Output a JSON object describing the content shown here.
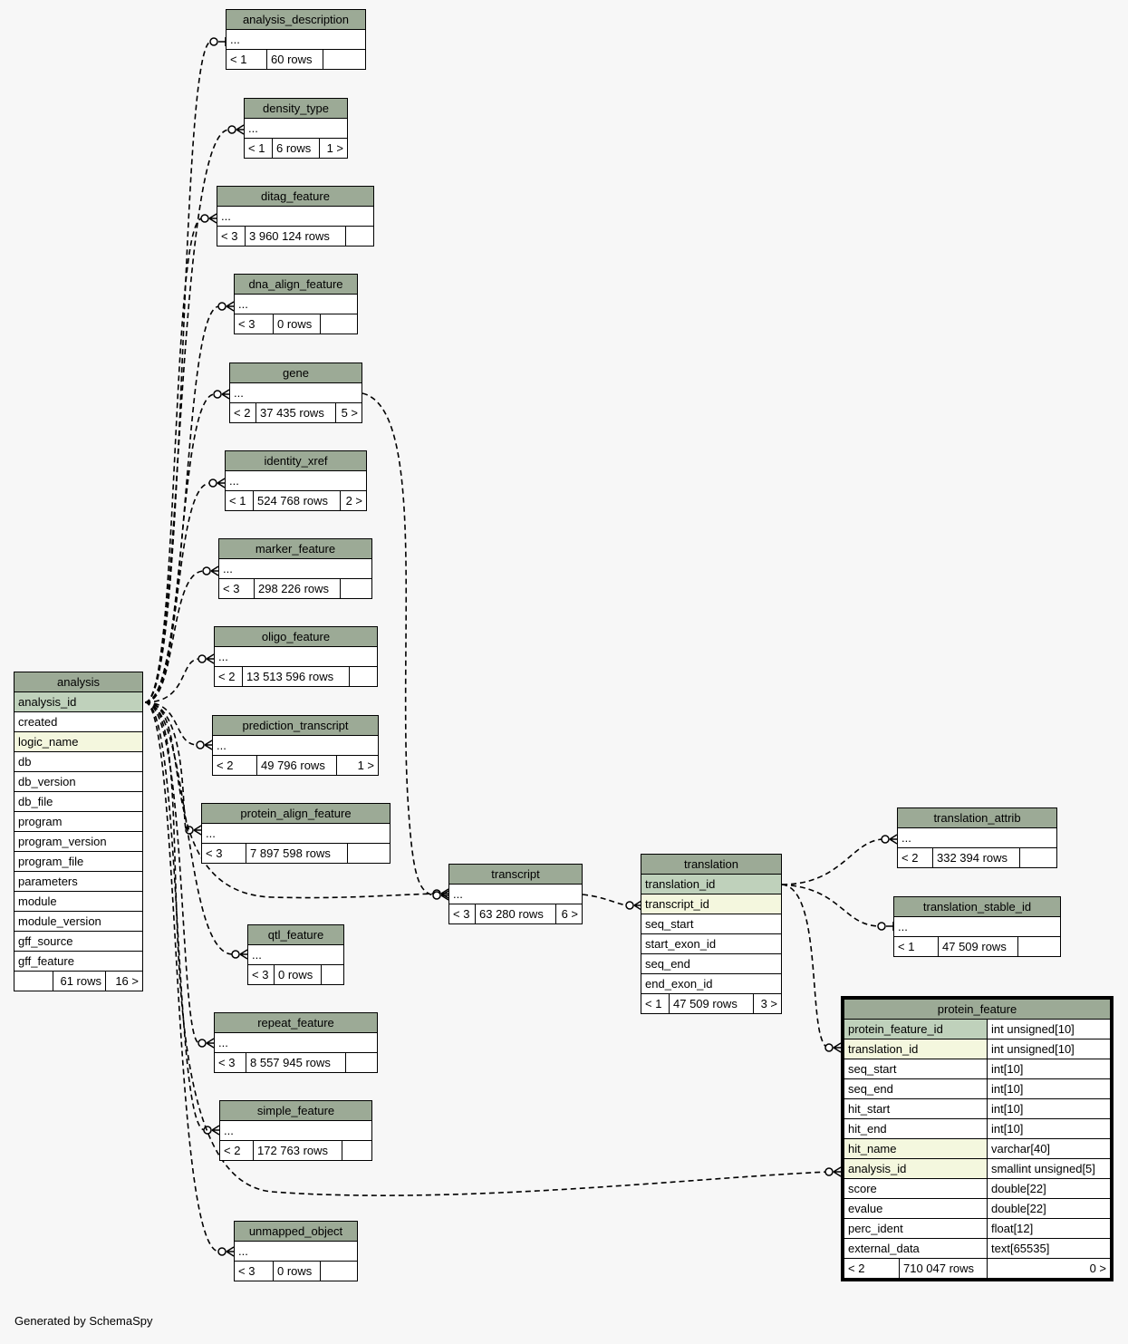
{
  "footer": "Generated by SchemaSpy",
  "elided": "...",
  "tables": {
    "analysis_description": {
      "name": "analysis_description",
      "stats": [
        "< 1",
        "60 rows",
        ""
      ]
    },
    "density_type": {
      "name": "density_type",
      "stats": [
        "< 1",
        "6 rows",
        "1 >"
      ]
    },
    "ditag_feature": {
      "name": "ditag_feature",
      "stats": [
        "< 3",
        "3 960 124 rows",
        ""
      ]
    },
    "dna_align_feature": {
      "name": "dna_align_feature",
      "stats": [
        "< 3",
        "0 rows",
        ""
      ]
    },
    "gene": {
      "name": "gene",
      "stats": [
        "< 2",
        "37 435 rows",
        "5 >"
      ]
    },
    "identity_xref": {
      "name": "identity_xref",
      "stats": [
        "< 1",
        "524 768 rows",
        "2 >"
      ]
    },
    "marker_feature": {
      "name": "marker_feature",
      "stats": [
        "< 3",
        "298 226 rows",
        ""
      ]
    },
    "oligo_feature": {
      "name": "oligo_feature",
      "stats": [
        "< 2",
        "13 513 596 rows",
        ""
      ]
    },
    "prediction_transcript": {
      "name": "prediction_transcript",
      "stats": [
        "< 2",
        "49 796 rows",
        "1 >"
      ]
    },
    "protein_align_feature": {
      "name": "protein_align_feature",
      "stats": [
        "< 3",
        "7 897 598 rows",
        ""
      ]
    },
    "qtl_feature": {
      "name": "qtl_feature",
      "stats": [
        "< 3",
        "0 rows",
        ""
      ]
    },
    "repeat_feature": {
      "name": "repeat_feature",
      "stats": [
        "< 3",
        "8 557 945 rows",
        ""
      ]
    },
    "simple_feature": {
      "name": "simple_feature",
      "stats": [
        "< 2",
        "172 763 rows",
        ""
      ]
    },
    "unmapped_object": {
      "name": "unmapped_object",
      "stats": [
        "< 3",
        "0 rows",
        ""
      ]
    },
    "transcript": {
      "name": "transcript",
      "stats": [
        "< 3",
        "63 280 rows",
        "6 >"
      ]
    },
    "translation_attrib": {
      "name": "translation_attrib",
      "stats": [
        "< 2",
        "332 394 rows",
        ""
      ]
    },
    "translation_stable_id": {
      "name": "translation_stable_id",
      "stats": [
        "< 1",
        "47 509 rows",
        ""
      ]
    },
    "analysis": {
      "name": "analysis",
      "columns": [
        "analysis_id",
        "created",
        "logic_name",
        "db",
        "db_version",
        "db_file",
        "program",
        "program_version",
        "program_file",
        "parameters",
        "module",
        "module_version",
        "gff_source",
        "gff_feature"
      ],
      "stats": [
        "",
        "61 rows",
        "16 >"
      ]
    },
    "translation": {
      "name": "translation",
      "columns": [
        "translation_id",
        "transcript_id",
        "seq_start",
        "start_exon_id",
        "seq_end",
        "end_exon_id"
      ],
      "stats": [
        "< 1",
        "47 509 rows",
        "3 >"
      ]
    },
    "protein_feature": {
      "name": "protein_feature",
      "columns": [
        {
          "name": "protein_feature_id",
          "type": "int unsigned[10]"
        },
        {
          "name": "translation_id",
          "type": "int unsigned[10]"
        },
        {
          "name": "seq_start",
          "type": "int[10]"
        },
        {
          "name": "seq_end",
          "type": "int[10]"
        },
        {
          "name": "hit_start",
          "type": "int[10]"
        },
        {
          "name": "hit_end",
          "type": "int[10]"
        },
        {
          "name": "hit_name",
          "type": "varchar[40]"
        },
        {
          "name": "analysis_id",
          "type": "smallint unsigned[5]"
        },
        {
          "name": "score",
          "type": "double[22]"
        },
        {
          "name": "evalue",
          "type": "double[22]"
        },
        {
          "name": "perc_ident",
          "type": "float[12]"
        },
        {
          "name": "external_data",
          "type": "text[65535]"
        }
      ],
      "stats": [
        "< 2",
        "710 047 rows",
        "0 >"
      ]
    }
  }
}
